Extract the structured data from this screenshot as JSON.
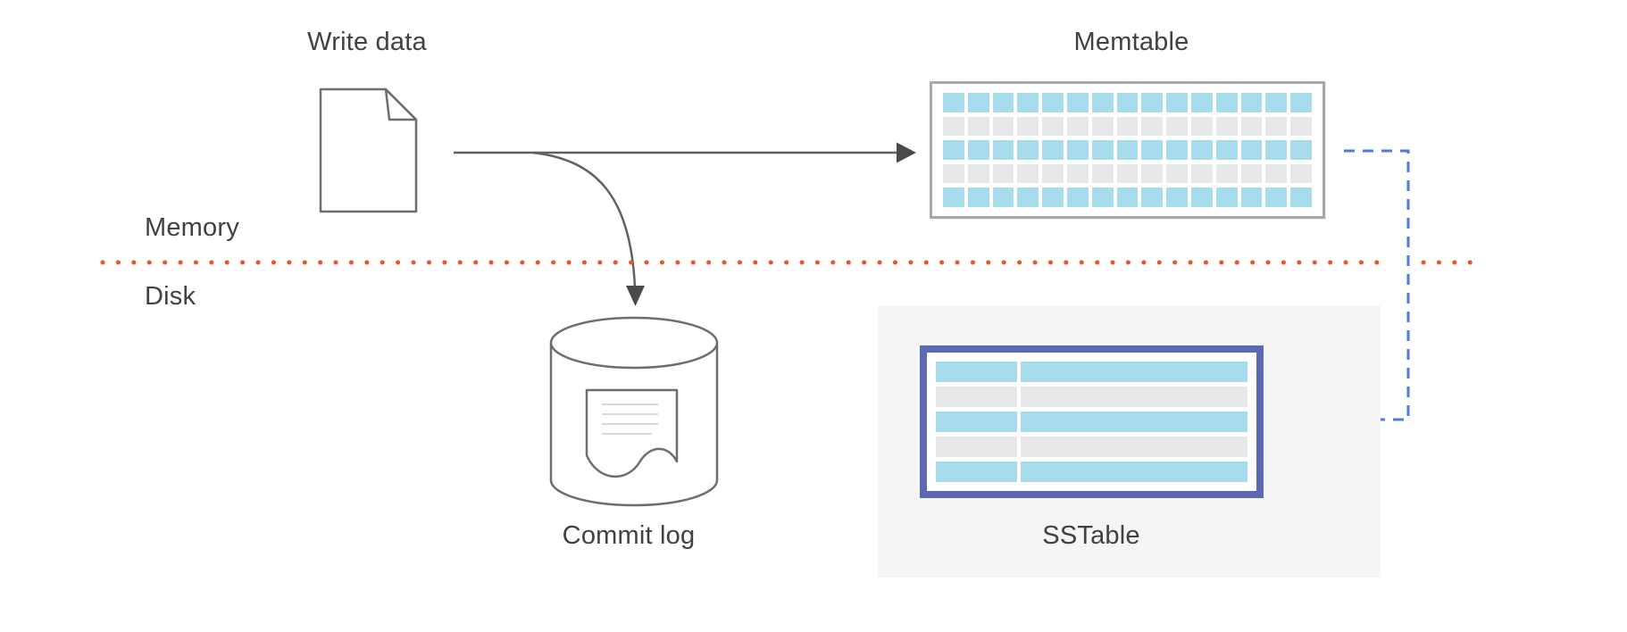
{
  "diagram": {
    "write_data": {
      "label": "Write data"
    },
    "zones": {
      "memory_label": "Memory",
      "disk_label": "Disk"
    },
    "memtable": {
      "label": "Memtable",
      "grid": {
        "rows": 5,
        "cols": 15,
        "row_pattern": [
          "blue",
          "gray",
          "blue",
          "gray",
          "blue"
        ]
      }
    },
    "commit_log": {
      "label": "Commit log"
    },
    "sstable": {
      "label": "SSTable",
      "rows": [
        "blue",
        "gray",
        "blue",
        "gray",
        "blue"
      ]
    }
  },
  "colors": {
    "accent_blue_cell": "#a6dcec",
    "neutral_gray_cell": "#e7e8e9",
    "memtable_border": "#a8a8a8",
    "sstable_border": "#5b6ab3",
    "sstable_panel_bg": "#f5f5f6",
    "divider_orange": "#e4572e",
    "dash_blue": "#4e7ae2",
    "dash_arrow_blue": "#2f63d8",
    "outline_gray": "#6e6e6e",
    "arrow_dark": "#4a4a4a",
    "doc_line_gray": "#d9d9d9",
    "text_color": "#3f4245",
    "background": "#ffffff"
  }
}
